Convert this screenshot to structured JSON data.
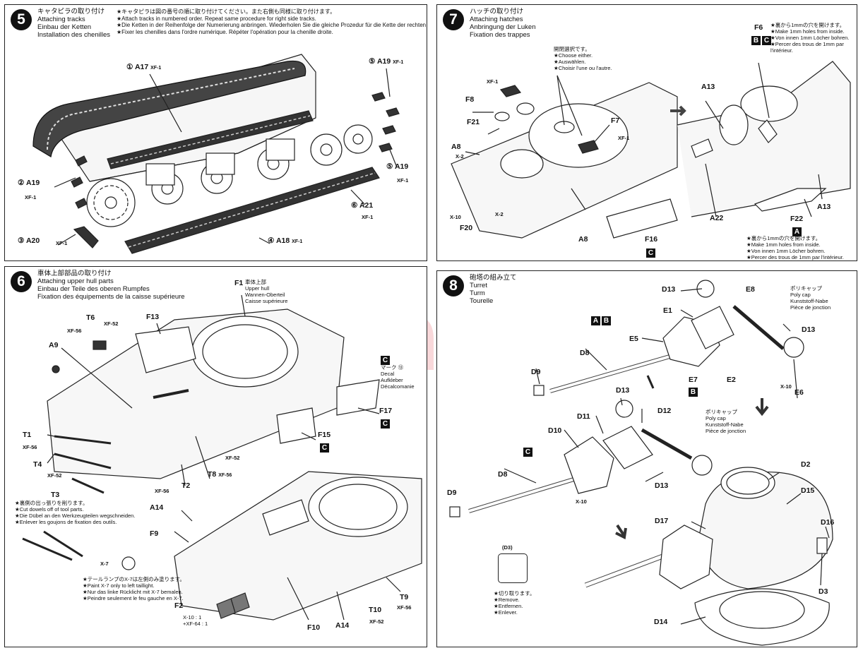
{
  "watermark": "modelartikl.cz",
  "step5": {
    "number": "5",
    "title_jp": "キャタピラの取り付け",
    "title_en": "Attaching tracks",
    "title_de": "Einbau der Ketten",
    "title_fr": "Installation des chenilles",
    "note_jp": "★キャタピラは図の番号の順に取り付けてください。また右側も同様に取り付けます。",
    "note_en": "★Attach tracks in numbered order. Repeat same procedure for right side tracks.",
    "note_de": "★Die Ketten in der Reihenfolge der Numerierung anbringen. Wiederholen Sie die gleiche Prozedur für die Kette der rechten Seite.",
    "note_fr": "★Fixer les chenilles dans l'ordre numérique. Répéter l'opération pour la chenille droite.",
    "labels": {
      "a17": "① A17",
      "a19_5": "⑤ A19",
      "a19_2": "② A19",
      "a19_5b": "⑤ A19",
      "a21": "⑥ A21",
      "a20": "③ A20",
      "a18": "④ A18"
    },
    "paint": "XF-1"
  },
  "step7": {
    "number": "7",
    "title_jp": "ハッチの取り付け",
    "title_en": "Attaching hatches",
    "title_de": "Anbringung der Luken",
    "title_fr": "Fixation des trappes",
    "choose_jp": "開閉選択です。",
    "choose_en": "★Choose either.",
    "choose_de": "★Auswählen.",
    "choose_fr": "★Choisir l'une ou l'autre.",
    "holes_jp": "★裏から1mmの穴を開けます。",
    "holes_en": "★Make 1mm holes from inside.",
    "holes_de": "★Von innen 1mm Löcher bohren.",
    "holes_fr1": "★Percer des trous de 1mm par",
    "holes_fr2": "l'intérieur.",
    "holes2_jp": "★裏から1mmの穴を開けます。",
    "holes2_en": "★Make 1mm holes from inside.",
    "holes2_de": "★Von innen 1mm Löcher bohren.",
    "holes2_fr": "★Percer des trous de 1mm par l'intérieur.",
    "labels": {
      "f6": "F6",
      "f8": "F8",
      "f21": "F21",
      "f7": "F7",
      "a8": "A8",
      "a8b": "A8",
      "f20": "F20",
      "f16": "F16",
      "a13": "A13",
      "a13b": "A13",
      "a22": "A22",
      "f22": "F22"
    },
    "paints": {
      "xf1": "XF-1",
      "x2": "X-2",
      "x10": "X-10"
    },
    "boxes": {
      "b": "B",
      "c": "C",
      "a": "A"
    }
  },
  "step6": {
    "number": "6",
    "title_jp": "車体上部部品の取り付け",
    "title_en": "Attaching upper hull parts",
    "title_de": "Einbau der Teile des oberen Rumpfes",
    "title_fr": "Fixation des équipements de la caisse supérieure",
    "f1_jp": "車体上部",
    "f1_en": "Upper hull",
    "f1_de": "Wannen-Oberteil",
    "f1_fr": "Caisse supérieure",
    "decal_jp": "マーク ⑬",
    "decal_en": "Decal",
    "decal_de": "Aufkleber",
    "decal_fr": "Décalcomanie",
    "dowel_jp": "★裏側の出っ張りを削ります。",
    "dowel_en": "★Cut dowels off of tool parts.",
    "dowel_de": "★Die Dübel an den Werkzeugteilen wegschneiden.",
    "dowel_fr": "★Enlever les goujons de fixation des outils.",
    "tail_jp": "★テールランプのX-7は左側のみ塗ります。",
    "tail_en": "★Paint X-7 only to left taillight.",
    "tail_de": "★Nur das linke Rücklicht mit X-7 bemalen.",
    "tail_fr": "★Peindre seulement le feu gauche en X-7.",
    "f2_mix1": "X-10 : 1",
    "f2_mix2": "+XF-64 : 1",
    "labels": {
      "f1": "F1",
      "t6": "T6",
      "f13": "F13",
      "a9": "A9",
      "f17": "F17",
      "f15": "F15",
      "t1": "T1",
      "t4": "T4",
      "t3": "T3",
      "t2": "T2",
      "t8": "T8",
      "a14": "A14",
      "a14b": "A14",
      "f9": "F9",
      "f2": "F2",
      "f10": "F10",
      "t10": "T10",
      "t9": "T9"
    },
    "paints": {
      "xf56": "XF-56",
      "xf52": "XF-52",
      "x7": "X-7"
    }
  },
  "step8": {
    "number": "8",
    "title_jp": "砲塔の組み立て",
    "title_en": "Turret",
    "title_de": "Turm",
    "title_fr": "Tourelle",
    "polycap_jp": "ポリキャップ",
    "polycap_en": "Poly cap",
    "polycap_de": "Kunststoff-Nabe",
    "polycap_fr": "Pièce de jonction",
    "remove_jp": "★切り取ります。",
    "remove_en": "★Remove.",
    "remove_de": "★Entfernen.",
    "remove_fr": "★Enlever.",
    "labels": {
      "d13a": "D13",
      "e8": "E8",
      "e1": "E1",
      "d13b": "D13",
      "e5": "E5",
      "d8": "D8",
      "d9": "D9",
      "e7": "E7",
      "e2": "E2",
      "e6": "E6",
      "d13c": "D13",
      "d12": "D12",
      "d11": "D11",
      "d10": "D10",
      "d13d": "D13",
      "d8b": "D8",
      "d9b": "D9",
      "d2": "D2",
      "d15": "D15",
      "d17": "D17",
      "d16": "D16",
      "d3": "D3",
      "d14": "D14",
      "d3box": "(D3)"
    },
    "paints": {
      "x10": "X-10"
    },
    "boxes": {
      "a": "A",
      "b": "B",
      "c": "C",
      "b2": "B"
    }
  }
}
